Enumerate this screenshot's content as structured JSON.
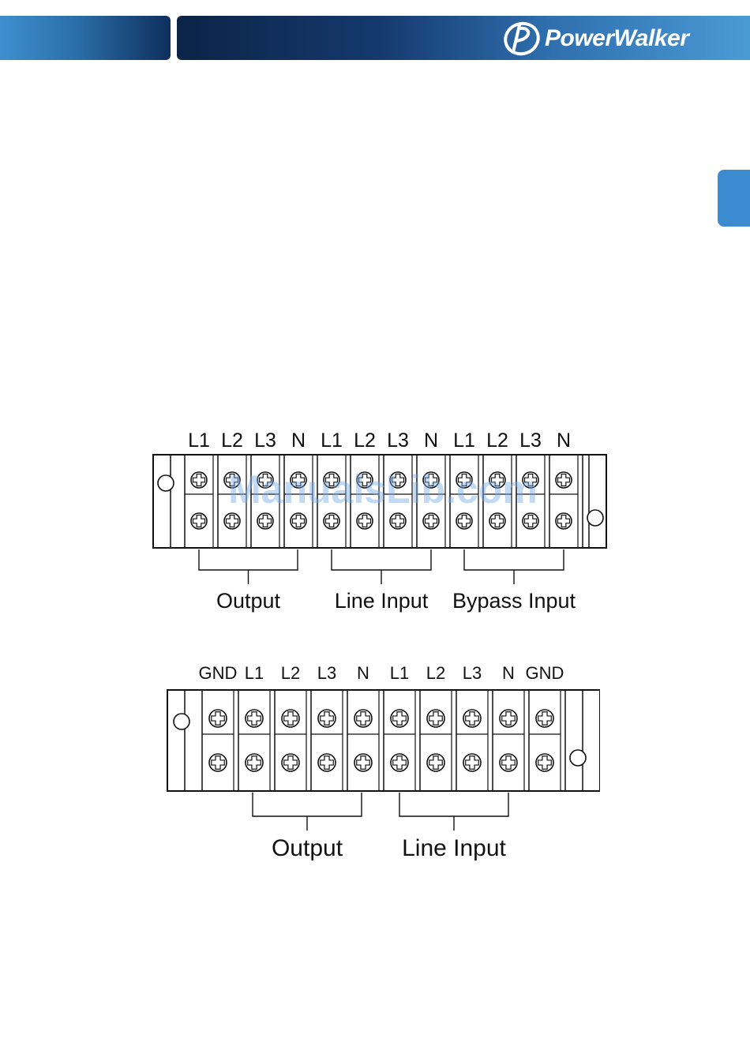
{
  "header": {
    "brand": "PowerWalker",
    "accent": "#1f5f9e",
    "dark": "#0b2447"
  },
  "terminal_block_1": {
    "labels": [
      "L1",
      "L2",
      "L3",
      "N",
      "L1",
      "L2",
      "L3",
      "N",
      "L1",
      "L2",
      "L3",
      "N"
    ],
    "groups": [
      "Output",
      "Line Input",
      "Bypass Input"
    ]
  },
  "terminal_block_2": {
    "labels": [
      "GND",
      "L1",
      "L2",
      "L3",
      "N",
      "L1",
      "L2",
      "L3",
      "N",
      "GND"
    ],
    "groups": [
      "Output",
      "Line Input"
    ]
  },
  "watermark": "ManualsLib.com"
}
